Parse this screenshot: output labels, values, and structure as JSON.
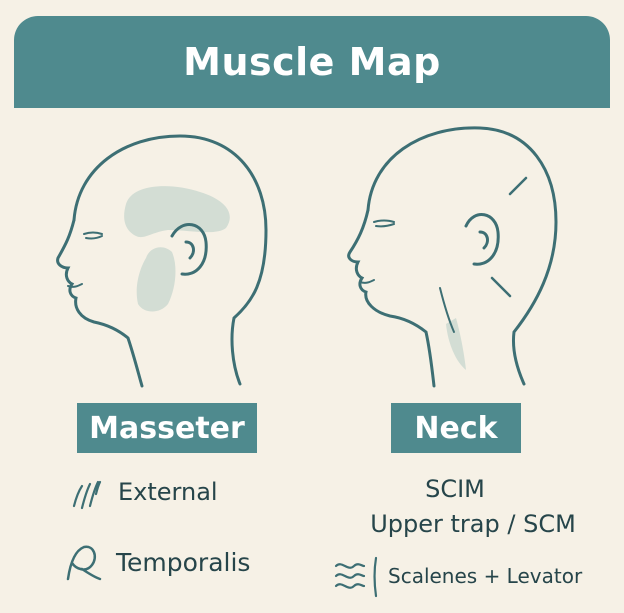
{
  "title": "Muscle Map",
  "colors": {
    "accent": "#4f8a8e",
    "background": "#f6f1e6",
    "outline": "#3d6f74",
    "highlight": "#d3ddd4",
    "text": "#26454a"
  },
  "left_panel": {
    "label": "Masseter",
    "items": [
      {
        "text": "External",
        "icon": "muscle-fiber-icon"
      },
      {
        "text": "Temporalis",
        "icon": "loop-muscle-icon"
      }
    ]
  },
  "right_panel": {
    "label": "Neck",
    "lines": [
      "SCIM",
      "Upper trap / SCM"
    ],
    "items": [
      {
        "text": "Scalenes + Levator",
        "icon": "wave-lines-icon"
      }
    ]
  }
}
